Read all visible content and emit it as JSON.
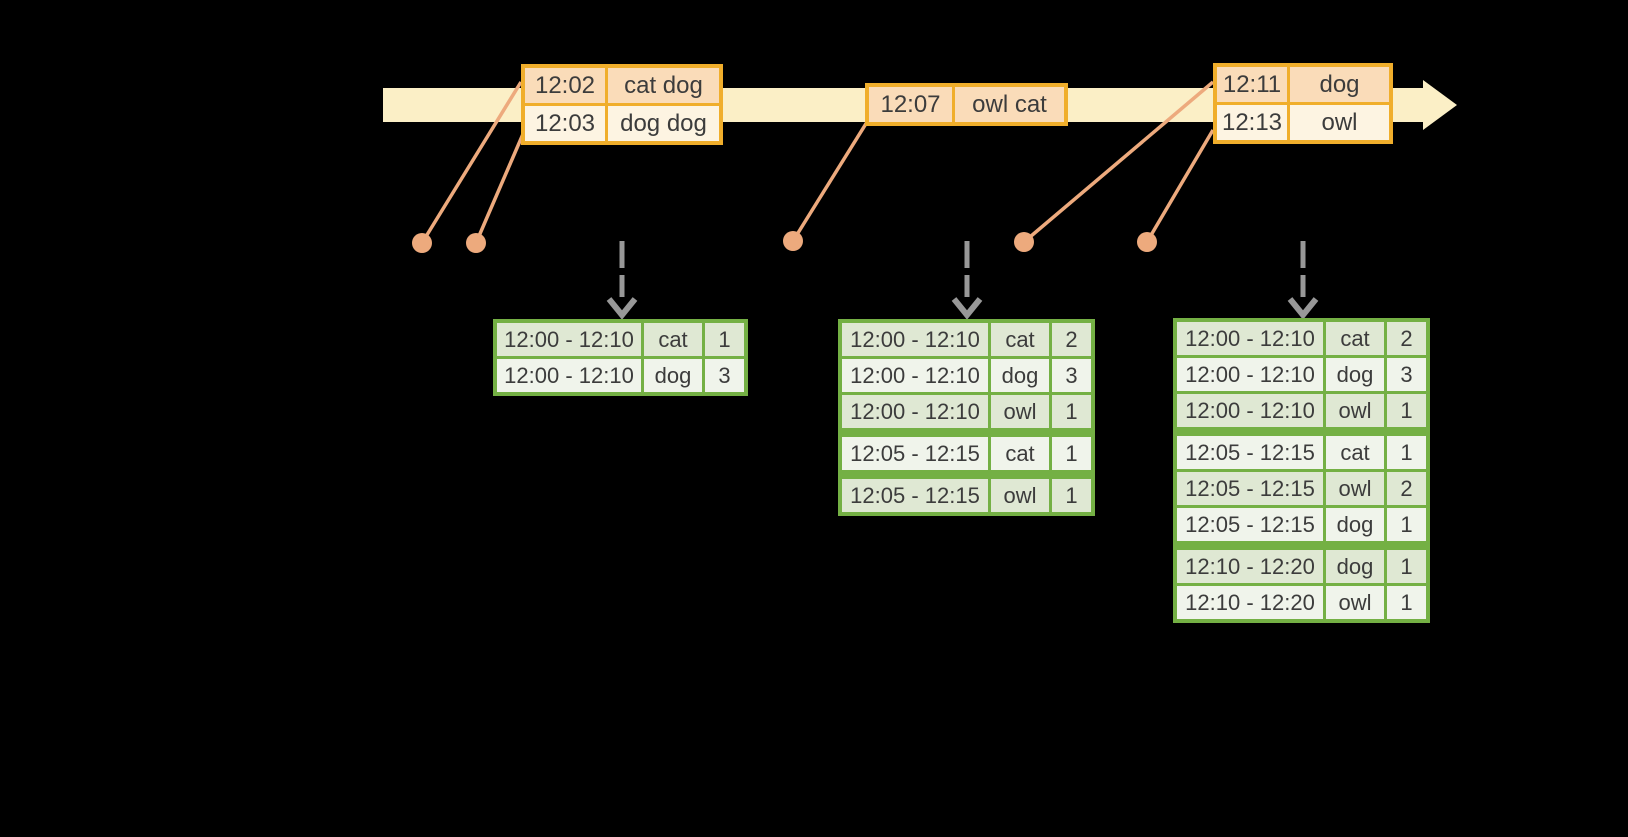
{
  "colors": {
    "background": "#000000",
    "timeline_fill": "#FBEFC6",
    "event_table_border": "#F0AE2B",
    "event_row_dark": "#FADCB9",
    "event_row_light": "#FDF4E2",
    "marker_salmon": "#EDAA7D",
    "trigger_arrow_gray": "#989898",
    "result_table_border": "#74B044",
    "result_row_dark": "#DFE8D3",
    "result_row_light": "#F0F4EB",
    "text": "#3C3C3C"
  },
  "event_tables": [
    {
      "rows": [
        [
          "12:02",
          "cat dog"
        ],
        [
          "12:03",
          "dog dog"
        ]
      ]
    },
    {
      "rows": [
        [
          "12:07",
          "owl cat"
        ]
      ]
    },
    {
      "rows": [
        [
          "12:11",
          "dog"
        ],
        [
          "12:13",
          "owl"
        ]
      ]
    }
  ],
  "result_tables": [
    {
      "rows": [
        [
          "12:00 - 12:10",
          "cat",
          "1"
        ],
        [
          "12:00 - 12:10",
          "dog",
          "3"
        ]
      ],
      "thick_sep_after": []
    },
    {
      "rows": [
        [
          "12:00 - 12:10",
          "cat",
          "2"
        ],
        [
          "12:00 - 12:10",
          "dog",
          "3"
        ],
        [
          "12:00 - 12:10",
          "owl",
          "1"
        ],
        [
          "12:05 - 12:15",
          "cat",
          "1"
        ],
        [
          "12:05 - 12:15",
          "owl",
          "1"
        ]
      ],
      "thick_sep_after": [
        2,
        3
      ]
    },
    {
      "rows": [
        [
          "12:00 - 12:10",
          "cat",
          "2"
        ],
        [
          "12:00 - 12:10",
          "dog",
          "3"
        ],
        [
          "12:00 - 12:10",
          "owl",
          "1"
        ],
        [
          "12:05 - 12:15",
          "cat",
          "1"
        ],
        [
          "12:05 - 12:15",
          "owl",
          "2"
        ],
        [
          "12:05 - 12:15",
          "dog",
          "1"
        ],
        [
          "12:10 - 12:20",
          "dog",
          "1"
        ],
        [
          "12:10 - 12:20",
          "owl",
          "1"
        ]
      ],
      "thick_sep_after": [
        2,
        5
      ]
    }
  ]
}
